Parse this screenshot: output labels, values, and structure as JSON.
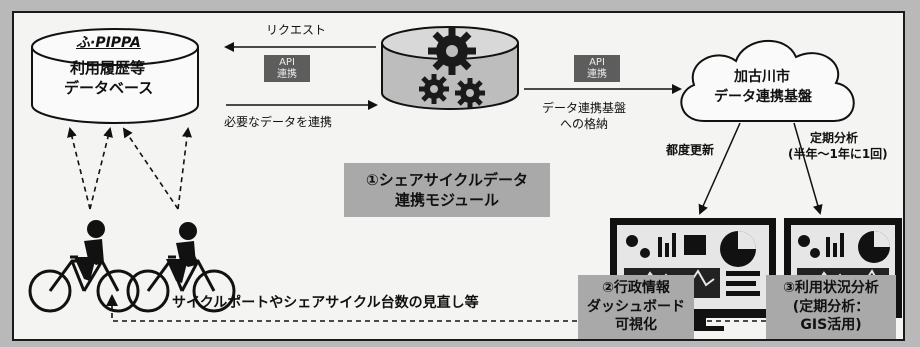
{
  "colors": {
    "frame": "#1a1a1a",
    "box_fill": "#a9a9a9",
    "api_fill": "#5d5d5d",
    "background": "#f4f4f2"
  },
  "database": {
    "logo_text": "ふ·PIPPA",
    "label_line1": "利用履歴等",
    "label_line2": "データベース"
  },
  "arrows": {
    "request": "リクエスト",
    "needed_data": "必要なデータを連携",
    "store_line1": "データ連携基盤",
    "store_line2": "への格納",
    "update_each": "都度更新",
    "periodic_line1": "定期分析",
    "periodic_line2": "(半年～1年に1回)",
    "review": "サイクルポートやシェアサイクル台数の見直し等"
  },
  "api_left": {
    "line1": "API",
    "line2": "連携"
  },
  "api_right": {
    "line1": "API",
    "line2": "連携"
  },
  "cloud": {
    "line1": "加古川市",
    "line2": "データ連携基盤"
  },
  "module_box": {
    "line1": "①シェアサイクルデータ",
    "line2": "連携モジュール"
  },
  "dashboard_box": {
    "line1": "②行政情報",
    "line2": "ダッシュボード",
    "line3": "可視化"
  },
  "analysis_box": {
    "line1": "③利用状況分析",
    "line2": "(定期分析：",
    "line3": "GIS活用)"
  }
}
